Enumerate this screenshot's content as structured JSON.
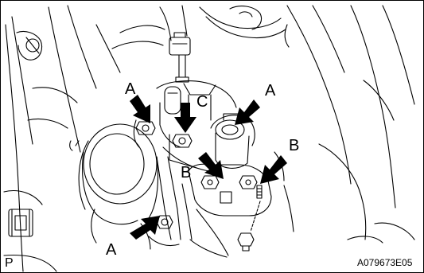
{
  "diagram": {
    "callouts": [
      {
        "id": "a1",
        "text": "A"
      },
      {
        "id": "a2",
        "text": "A"
      },
      {
        "id": "a3",
        "text": "A"
      },
      {
        "id": "b1",
        "text": "B"
      },
      {
        "id": "b2",
        "text": "B"
      },
      {
        "id": "c1",
        "text": "C"
      }
    ],
    "corner_label": "P",
    "figure_id": "A079673E05",
    "colors": {
      "line": "#000000",
      "background": "#ffffff"
    }
  }
}
